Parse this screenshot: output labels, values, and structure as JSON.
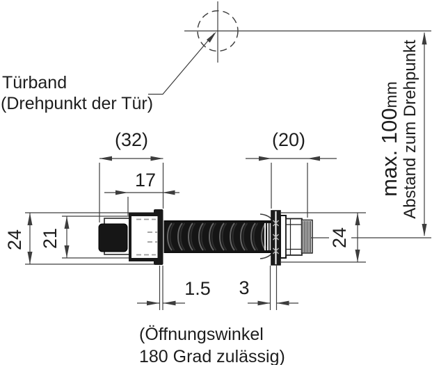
{
  "labels": {
    "pivot_line1": "Türband",
    "pivot_line2": "(Drehpunkt der Tür)",
    "max_distance_value": "max. 100",
    "max_distance_unit": "mm",
    "max_distance_caption": "Abstand zum Drehpunkt",
    "opening_angle_line1": "(Öffnungswinkel",
    "opening_angle_line2": "180 Grad zulässig)"
  },
  "dimensions": {
    "socket_overall_width": "(32)",
    "socket_depth": "17",
    "mount_width": "(20)",
    "socket_outer_height": "24",
    "socket_inner_height": "21",
    "mount_height": "24",
    "socket_flange_thickness": "1.5",
    "mount_flange_thickness": "3"
  },
  "colors": {
    "background": "#ffffff",
    "line": "#3d3d3d",
    "dark_fill": "#191919",
    "text": "#1d1d1d"
  }
}
